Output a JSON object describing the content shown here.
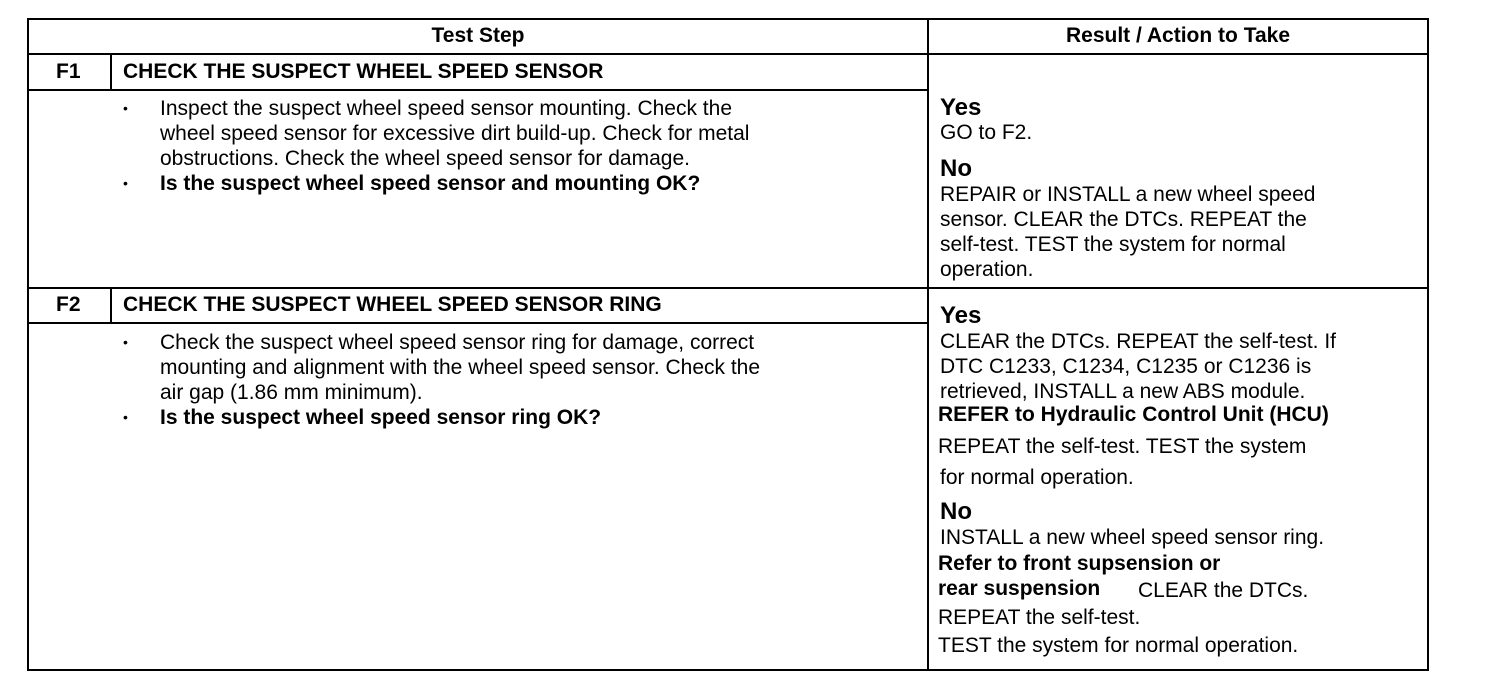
{
  "header": {
    "test_step": "Test Step",
    "result_action": "Result / Action to Take"
  },
  "f1": {
    "id": "F1",
    "title": "CHECK THE SUSPECT WHEEL SPEED SENSOR",
    "bullet": "•",
    "inst_lines": [
      "Inspect the suspect wheel speed sensor mounting. Check the",
      "wheel speed sensor for excessive dirt build-up. Check for metal",
      "obstructions. Check the wheel speed sensor for damage."
    ],
    "question": "Is the suspect wheel speed sensor and mounting OK?",
    "yes_label": "Yes",
    "yes_text": "GO to F2.",
    "no_label": "No",
    "no_lines": [
      "REPAIR or INSTALL a new wheel speed",
      "sensor. CLEAR the DTCs. REPEAT the",
      "self-test. TEST the system for normal",
      "operation."
    ]
  },
  "f2": {
    "id": "F2",
    "title": "CHECK THE SUSPECT WHEEL SPEED SENSOR RING",
    "bullet": "•",
    "inst_lines": [
      "Check the suspect wheel speed sensor ring for damage, correct",
      "mounting and alignment with the wheel speed sensor. Check the",
      "air gap (1.86 mm minimum)."
    ],
    "question": "Is the suspect wheel speed sensor ring OK?",
    "yes_label": "Yes",
    "yes_lines": [
      "CLEAR the DTCs. REPEAT the self-test. If",
      "DTC C1233, C1234, C1235 or C1236 is",
      "retrieved, INSTALL a new ABS module."
    ],
    "yes_refer": "REFER to Hydraulic Control Unit (HCU)",
    "yes_tail_lines": [
      "REPEAT the self-test. TEST  the  system",
      "for normal operation."
    ],
    "no_label": "No",
    "no_line1": "INSTALL a new wheel speed sensor ring.",
    "no_refer1": "Refer to front supsension or",
    "no_refer2": "rear suspension",
    "no_clear": "CLEAR the DTCs.",
    "no_tail_lines": [
      "REPEAT the self-test.",
      "TEST the system for normal operation."
    ]
  }
}
